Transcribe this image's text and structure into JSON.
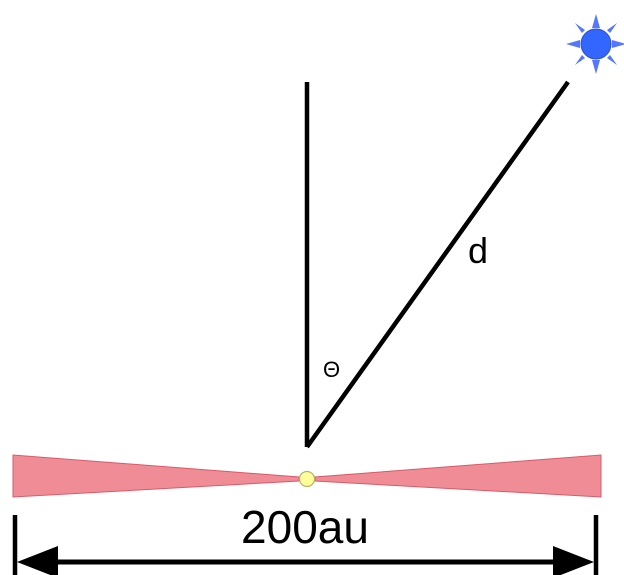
{
  "labels": {
    "distance": "d",
    "angle": "Θ",
    "scale": "200au"
  },
  "colors": {
    "disk": "#f08c96",
    "disk_edge": "#d85a68",
    "center_star": "#ffff99",
    "center_star_edge": "#b3b36b",
    "distant_star": "#3366ff",
    "line": "#000000"
  },
  "icons": {
    "distant_star": "star-icon",
    "center_star": "central-star-icon"
  }
}
